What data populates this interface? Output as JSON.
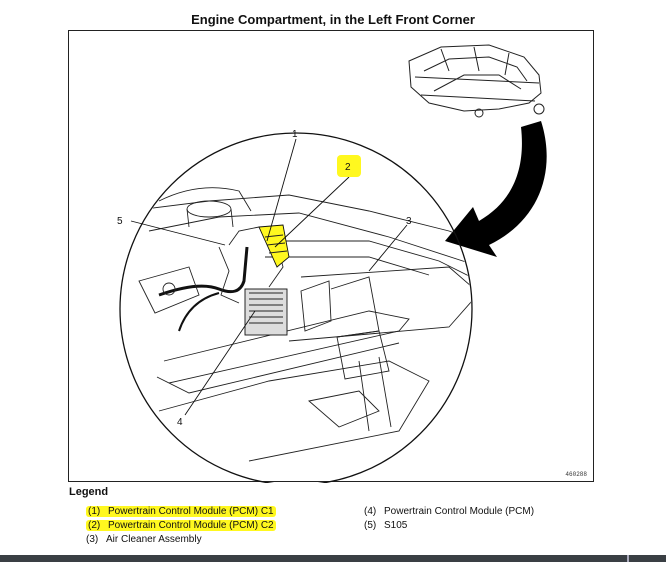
{
  "title": "Engine Compartment, in the Left Front Corner",
  "figure_id": "460288",
  "callouts": [
    "1",
    "2",
    "3",
    "4",
    "5"
  ],
  "legend": {
    "heading": "Legend",
    "items": [
      {
        "num": "(1)",
        "text": "Powertrain Control Module (PCM) C1"
      },
      {
        "num": "(2)",
        "text": "Powertrain Control Module (PCM) C2"
      },
      {
        "num": "(3)",
        "text": "Air Cleaner Assembly"
      },
      {
        "num": "(4)",
        "text": "Powertrain Control Module (PCM)"
      },
      {
        "num": "(5)",
        "text": "S105"
      }
    ]
  },
  "colors": {
    "highlight": "#fff81f",
    "line": "#111111",
    "bottom_bar": "#3a3f44"
  }
}
